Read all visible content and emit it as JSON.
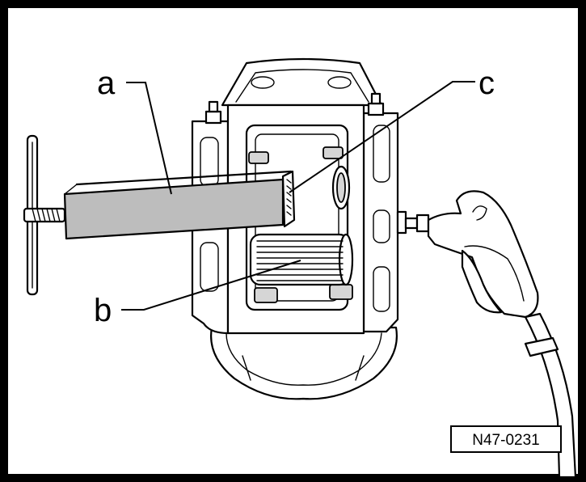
{
  "labels": {
    "a": "a",
    "b": "b",
    "c": "c"
  },
  "reference": "N47-0231",
  "colors": {
    "frame": "#000000",
    "piston_tool": "#bdbdbd",
    "background": "#ffffff"
  }
}
